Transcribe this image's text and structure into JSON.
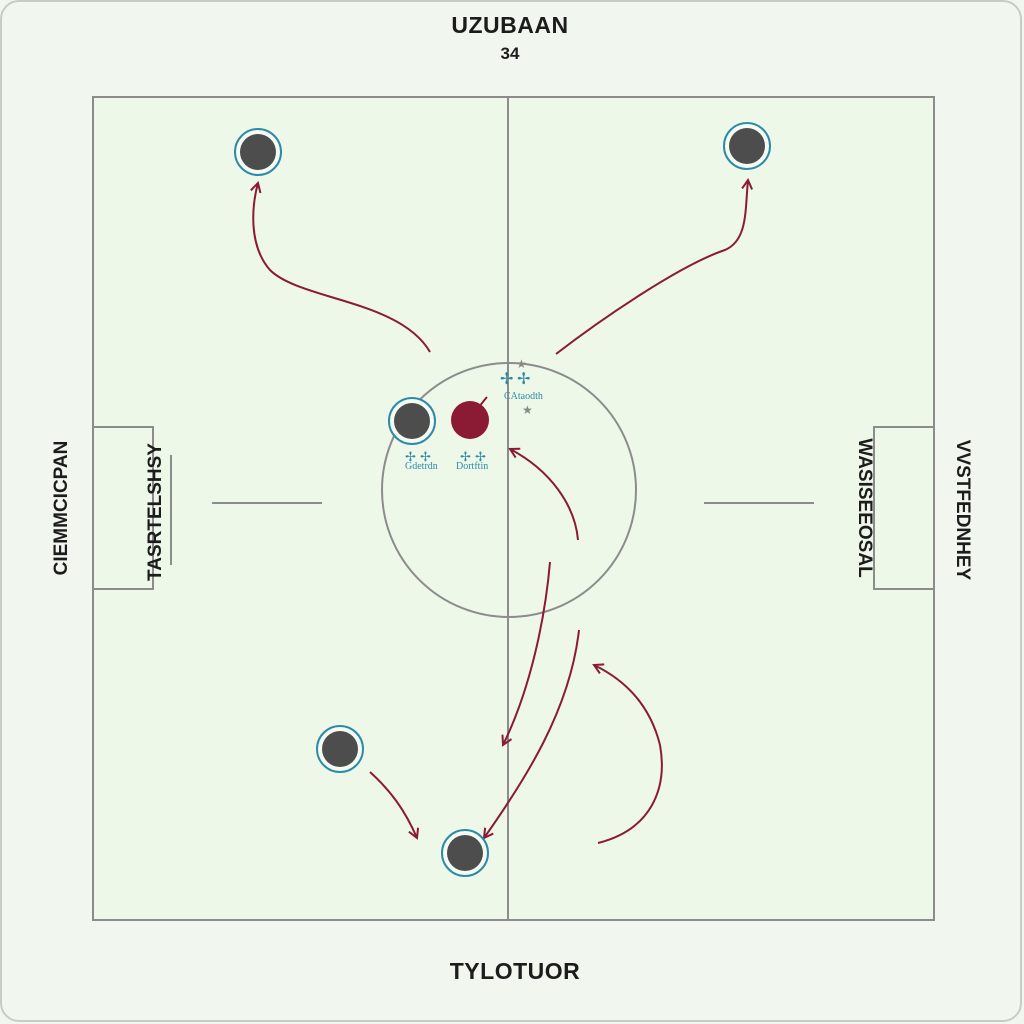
{
  "header": {
    "title": "UZUBAAN",
    "subtitle": "34"
  },
  "footer": {
    "label": "TYLOTUOR"
  },
  "side_labels": {
    "left_outer": "CIEMMCICPAN",
    "left_inner": "TASRTELSHSY",
    "right_inner": "WASISEEOSAL",
    "right_outer": "VVSTFEDNHEY"
  },
  "center_labels": {
    "top": "CAtaodth",
    "left": "Gdetrdn",
    "right": "Dortftin"
  },
  "colors": {
    "pitch_background": "#eef8e8",
    "lines": "#8c8c8c",
    "arrows": "#8b1a35",
    "player_fill": "#4d4d4d",
    "player_ring": "#2d8aa8",
    "ball": "#8b1a35"
  }
}
